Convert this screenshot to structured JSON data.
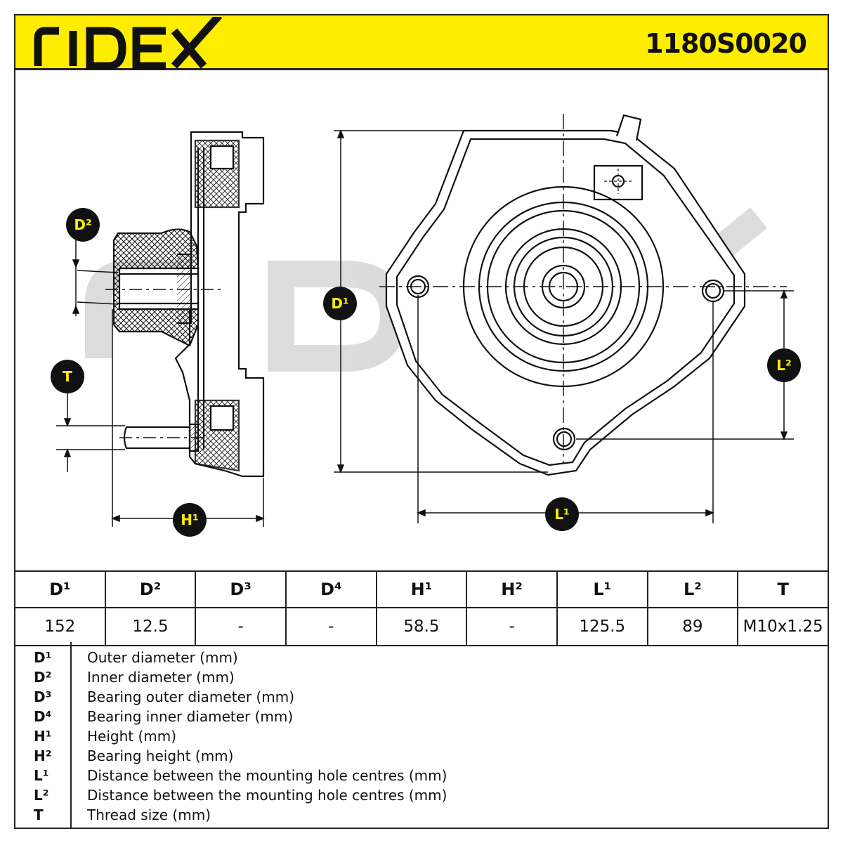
{
  "header": {
    "brand": "RIDEX",
    "part_number": "1180S0020",
    "background_color": "#ffed00"
  },
  "drawing": {
    "watermark": "RIDEX",
    "dimension_badges": {
      "d1": "D¹",
      "d2": "D²",
      "t": "T",
      "h1": "H¹",
      "l1": "L¹",
      "l2": "L²"
    }
  },
  "specs": {
    "headers": [
      "D¹",
      "D²",
      "D³",
      "D⁴",
      "H¹",
      "H²",
      "L¹",
      "L²",
      "T"
    ],
    "values": [
      "152",
      "12.5",
      "-",
      "-",
      "58.5",
      "-",
      "125.5",
      "89",
      "M10x1.25"
    ]
  },
  "legend": [
    {
      "code": "D¹",
      "text": "Outer diameter (mm)"
    },
    {
      "code": "D²",
      "text": "Inner diameter (mm)"
    },
    {
      "code": "D³",
      "text": "Bearing outer diameter (mm)"
    },
    {
      "code": "D⁴",
      "text": "Bearing inner diameter (mm)"
    },
    {
      "code": "H¹",
      "text": "Height (mm)"
    },
    {
      "code": "H²",
      "text": "Bearing height (mm)"
    },
    {
      "code": "L¹",
      "text": "Distance between the mounting hole centres (mm)"
    },
    {
      "code": "L²",
      "text": "Distance between the mounting hole centres (mm)"
    },
    {
      "code": "T",
      "text": "Thread size (mm)"
    }
  ]
}
